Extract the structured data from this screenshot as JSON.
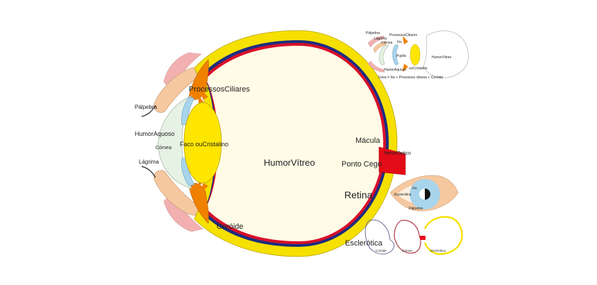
{
  "labels": {
    "palpebra": "Pálpebra",
    "humor_aquoso": "HumorAquoso",
    "cornea": "Córnea",
    "lagrima": "Lágrima",
    "processos_ciliares": "ProcessosCiliares",
    "faco_cristalino": "Faco ouCristalino",
    "humor_vitreo": "HumorVítreo",
    "macula": "Mácula",
    "nervo_optico": "NervoÓptico",
    "ponto_cego": "Ponto Cego",
    "retina": "Retina",
    "coroide": "Coróide",
    "esclerotica": "Esclerótica"
  },
  "inset_top": {
    "palpebra": "Pálpebra",
    "lagrima": "Lágrima",
    "processos_ciliares": "ProcessosCiliares",
    "cornea": "Córnea",
    "iris": "Íris",
    "pupila": "Pupila",
    "humor_aquoso": "HumorAquoso",
    "cristalino": "ouCristalino",
    "humor_vitreo": "HumorVítreo",
    "caption": "Uvea = Íris + Processos ciliares + Coróide"
  },
  "inset_eye": {
    "iris": "Íris",
    "esclerotica": "Esclerótica",
    "palpebra": "Pálpebra"
  },
  "inset_rings": {
    "coroide": "Coróide",
    "cornea": "Córnea",
    "esclerotica": "Esclerótica"
  },
  "colors": {
    "sclera": "#f5e000",
    "choroid": "#1c2d80",
    "retina": "#d8102a",
    "vitreous": "#fffbe6",
    "lens": "#ffe600",
    "ciliary": "#f08000",
    "iris": "#a8d4ec",
    "cornea": "#e6f2e4",
    "eyelid": "#f6c8a0",
    "lid_outer": "#f2b0b0",
    "optic_nerve": "#e40b18"
  }
}
